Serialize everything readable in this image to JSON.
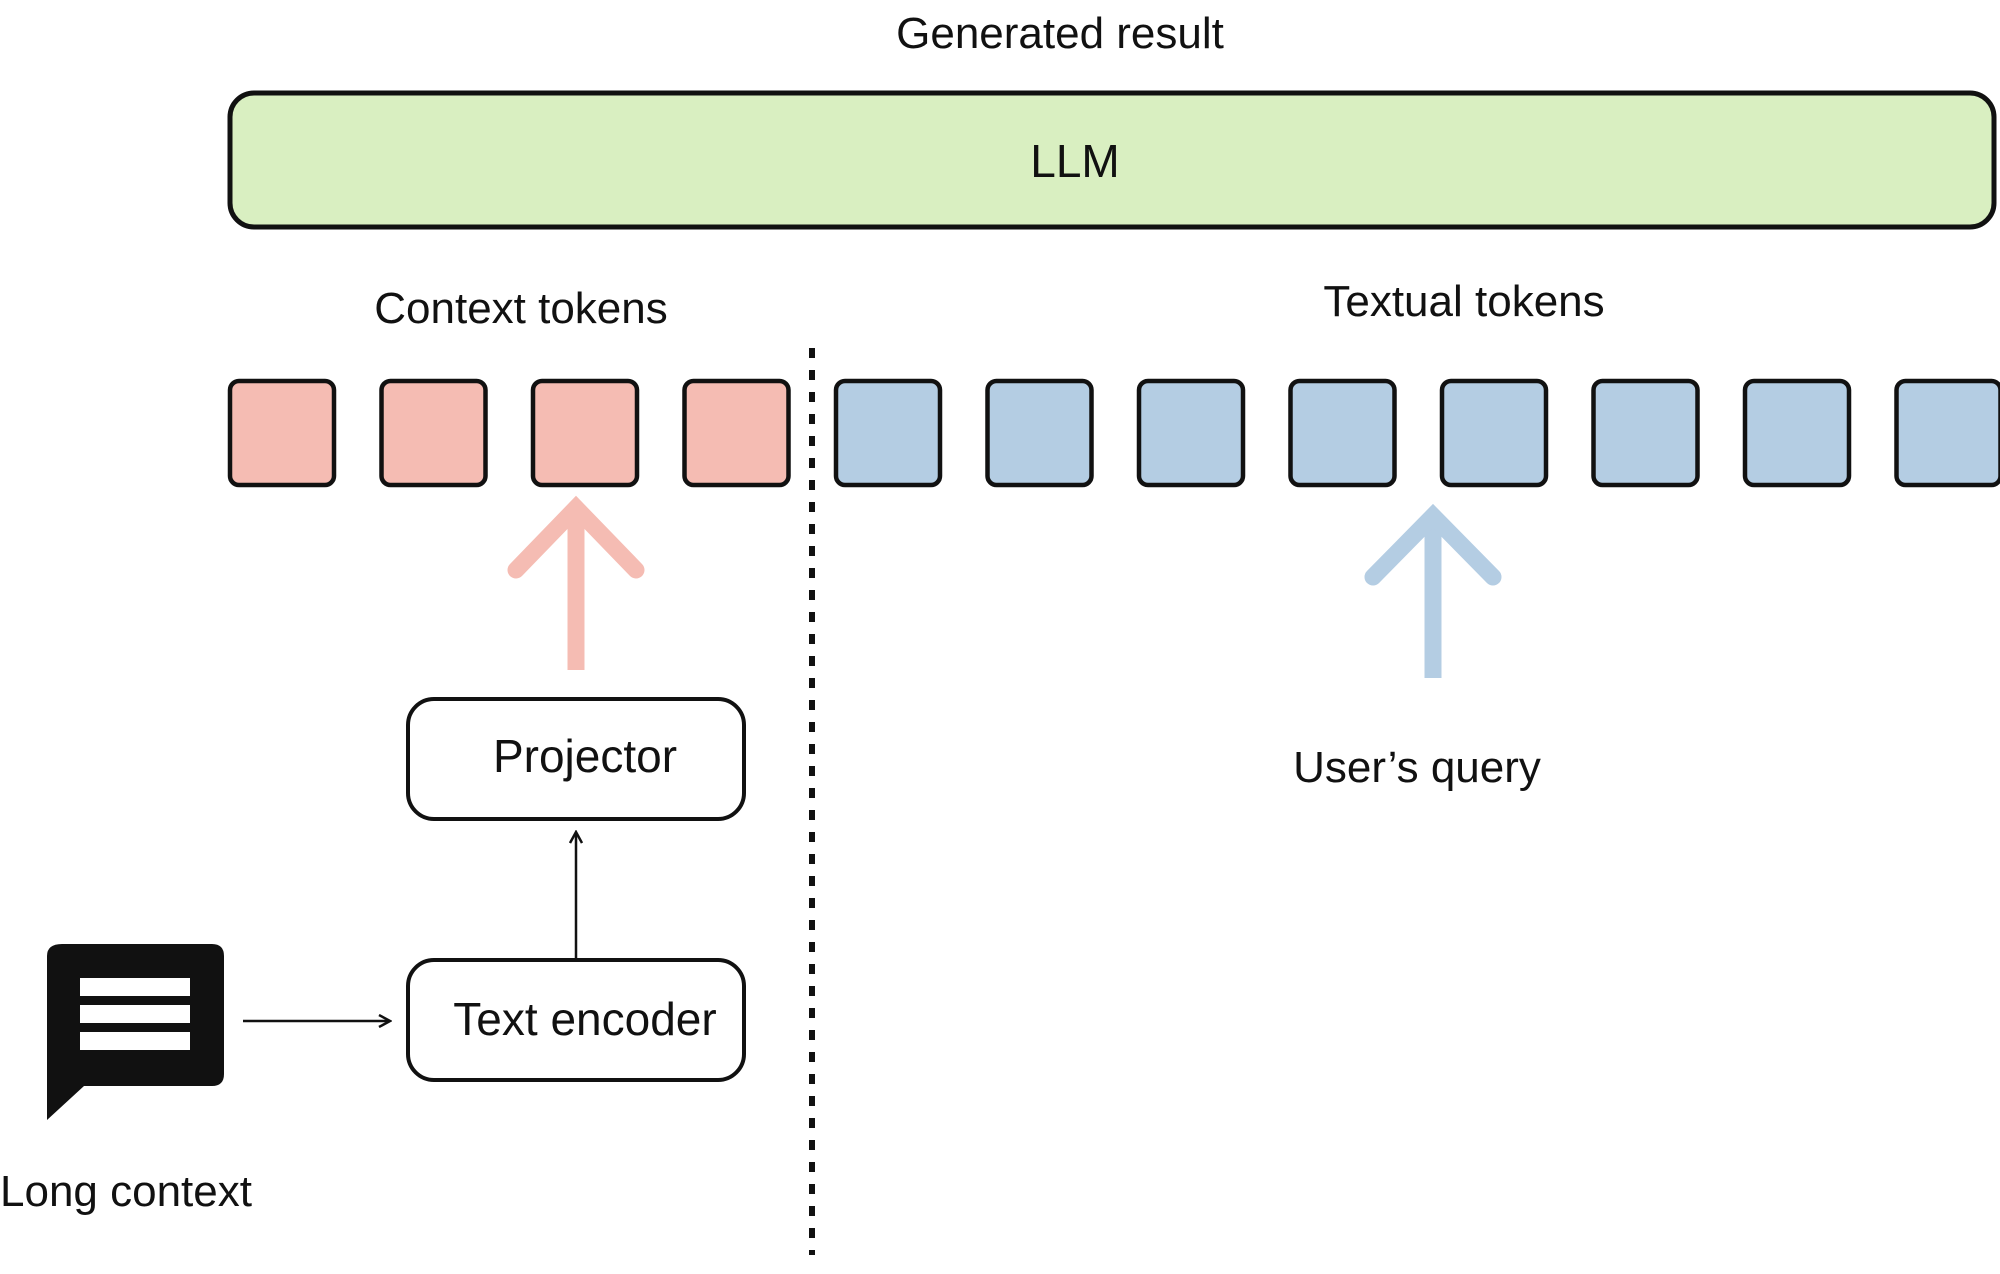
{
  "labels": {
    "generated_result": "Generated result",
    "llm": "LLM",
    "context_tokens": "Context tokens",
    "textual_tokens": "Textual tokens",
    "projector": "Projector",
    "text_encoder": "Text encoder",
    "users_query": "User’s query",
    "long_context": "Long context"
  },
  "context_token_count": 4,
  "textual_token_count": 8,
  "colors": {
    "llm_fill": "#d9efc1",
    "context_token_fill": "#f5bcb3",
    "textual_token_fill": "#b4cde3",
    "context_arrow": "#f5bcb3",
    "textual_arrow": "#b4cde3",
    "outline": "#111111"
  },
  "icons": {
    "long_context": "message-lines-icon"
  }
}
